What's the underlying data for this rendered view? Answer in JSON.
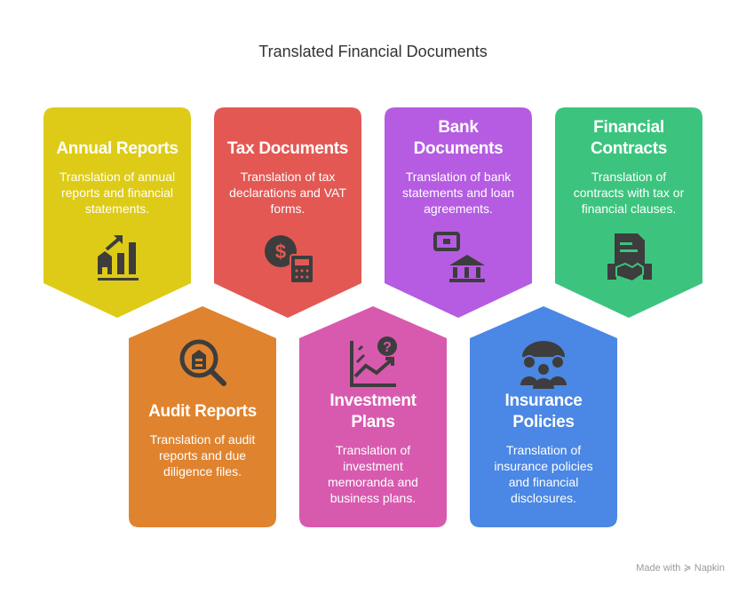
{
  "title": "Translated Financial Documents",
  "cards": [
    {
      "title": "Annual Reports",
      "desc": "Translation of annual reports and financial statements.",
      "color": "#DECB17",
      "icon": "growth-chart-icon"
    },
    {
      "title": "Tax Documents",
      "desc": "Translation of tax declarations and VAT forms.",
      "color": "#E35853",
      "icon": "dollar-calculator-icon"
    },
    {
      "title": "Bank Documents",
      "desc": "Translation of bank statements and loan agreements.",
      "color": "#B55CE2",
      "icon": "bank-icon"
    },
    {
      "title": "Financial Contracts",
      "desc": "Translation of contracts with tax or financial clauses.",
      "color": "#3CC47E",
      "icon": "contract-handshake-icon"
    },
    {
      "title": "Audit Reports",
      "desc": "Translation of audit reports and due diligence files.",
      "color": "#E0832E",
      "icon": "magnifier-building-icon"
    },
    {
      "title": "Investment Plans",
      "desc": "Translation of investment memoranda and business plans.",
      "color": "#D85AAE",
      "icon": "chart-question-icon"
    },
    {
      "title": "Insurance Policies",
      "desc": "Translation of insurance policies and financial disclosures.",
      "color": "#4B87E4",
      "icon": "umbrella-people-icon"
    }
  ],
  "footer": {
    "label": "Made with",
    "brand": "Napkin"
  }
}
